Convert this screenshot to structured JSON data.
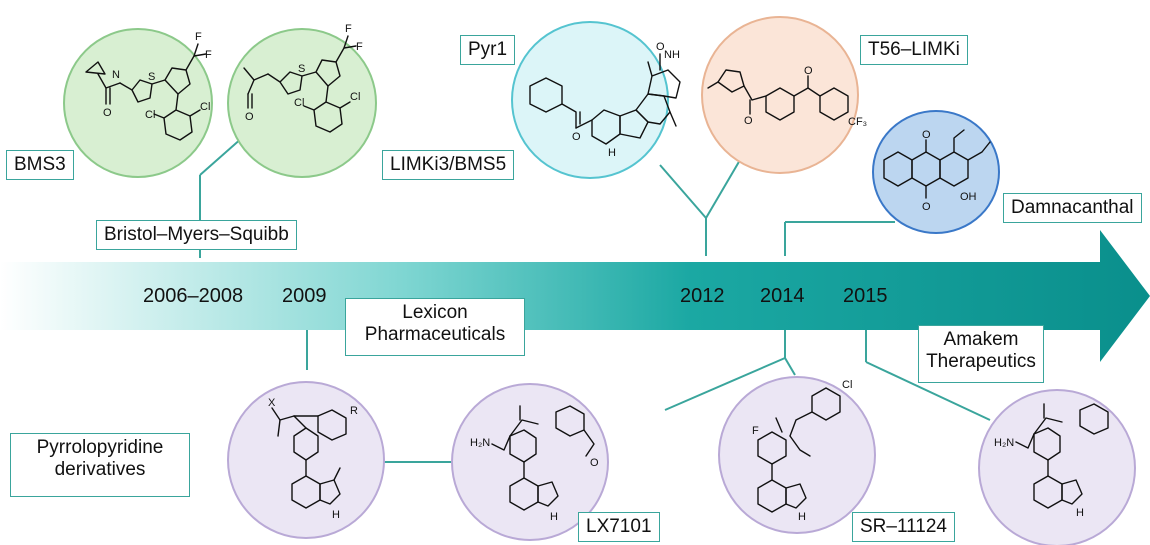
{
  "timeline": {
    "years": [
      "2006–2008",
      "2009",
      "2012",
      "2014",
      "2015"
    ]
  },
  "compounds": {
    "bms3": "BMS3",
    "limki3": "LIMKi3/BMS5",
    "pyr1": "Pyr1",
    "t56": "T56–LIMKi",
    "damnacanthal": "Damnacanthal",
    "pyrrolopyridine": "Pyrrolopyridine derivatives",
    "lx7101": "LX7101",
    "sr11124": "SR–11124"
  },
  "companies": {
    "bms": "Bristol–Myers–Squibb",
    "lexicon": "Lexicon Pharmaceuticals",
    "amakem": "Amakem Therapeutics"
  },
  "atoms": {
    "F": "F",
    "N": "N",
    "S": "S",
    "O": "O",
    "Cl": "Cl",
    "H": "H",
    "NH": "NH",
    "OH": "OH",
    "H2N": "H₂N",
    "CF3": "CF₃",
    "X": "X",
    "R": "R"
  },
  "colors": {
    "teal": "#0e9c98",
    "connector": "#3aa59c",
    "green_fill": "#d8efd2",
    "green_stroke": "#8cc98a",
    "cyan_fill": "#dcf5f8",
    "cyan_stroke": "#55c4d0",
    "peach_fill": "#fbe5d8",
    "peach_stroke": "#e9b494",
    "blue_fill": "#bcd6f0",
    "blue_stroke": "#3a78c8",
    "lavender_fill": "#ebe6f4",
    "lavender_stroke": "#b9a9d6"
  }
}
